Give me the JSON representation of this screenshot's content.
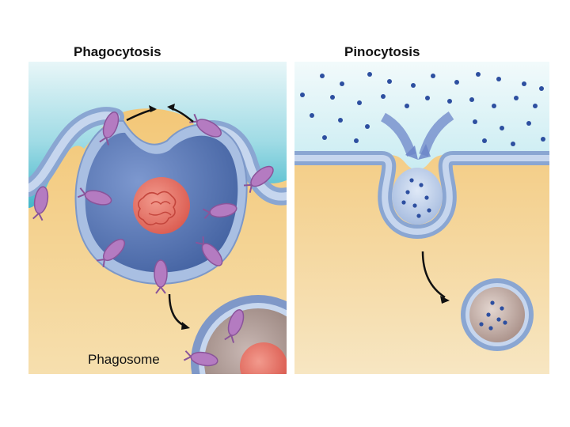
{
  "panels": {
    "left": {
      "title": "Phagocytosis",
      "caption": "Phagosome"
    },
    "right": {
      "title": "Pinocytosis"
    }
  },
  "colors": {
    "extracellular_top": "#cfeef4",
    "extracellular_mid": "#6dc7d6",
    "cytoplasm": "#f0c576",
    "membrane_outer": "#9fb8d9",
    "membrane_inner": "#c9d8ee",
    "cell_fill": "#5a7ab5",
    "food_particle": "#e5786d",
    "bacteria": "#b479c0",
    "solute_dot": "#2d4fa0",
    "arrow": "#111111"
  }
}
